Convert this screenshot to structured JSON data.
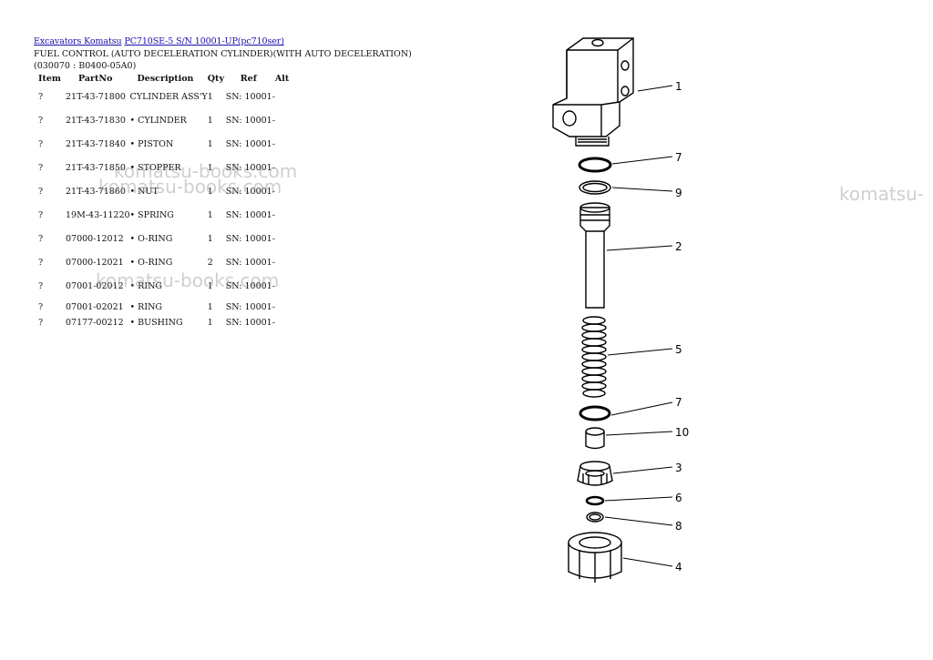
{
  "breadcrumb": {
    "link1": "Excavators Komatsu",
    "link2": "PC710SE-5 S/N 10001-UP(pc710ser)"
  },
  "page_title": "FUEL CONTROL (AUTO DECELERATION CYLINDER)(WITH AUTO DECELERATION)(030070 : B0400-05A0)",
  "table": {
    "headers": [
      "Item",
      "PartNo",
      "Description",
      "Qty",
      "Ref",
      "Alt"
    ],
    "rows": [
      {
        "item": "?",
        "part_no": "21T-43-71800",
        "description": "CYLINDER ASS'Y",
        "qty": "1",
        "ref": "SN: 10001-"
      },
      {
        "item": "?",
        "part_no": "21T-43-71830",
        "description": "• CYLINDER",
        "qty": "1",
        "ref": "SN: 10001-"
      },
      {
        "item": "?",
        "part_no": "21T-43-71840",
        "description": "• PISTON",
        "qty": "1",
        "ref": "SN: 10001-"
      },
      {
        "item": "?",
        "part_no": "21T-43-71850",
        "description": "• STOPPER",
        "qty": "1",
        "ref": "SN: 10001-"
      },
      {
        "item": "?",
        "part_no": "21T-43-71860",
        "description": "• NUT",
        "qty": "1",
        "ref": "SN: 10001-"
      },
      {
        "item": "?",
        "part_no": "19M-43-11220",
        "description": "• SPRING",
        "qty": "1",
        "ref": "SN: 10001-"
      },
      {
        "item": "?",
        "part_no": "07000-12012",
        "description": "• O-RING",
        "qty": "1",
        "ref": "SN: 10001-"
      },
      {
        "item": "?",
        "part_no": "07000-12021",
        "description": "• O-RING",
        "qty": "2",
        "ref": "SN: 10001-"
      },
      {
        "item": "?",
        "part_no": "07001-02012",
        "description": "• RING",
        "qty": "1",
        "ref": "SN: 10001-"
      },
      {
        "item": "?",
        "part_no": "07001-02021",
        "description": "• RING",
        "qty": "1",
        "ref": "SN: 10001-"
      },
      {
        "item": "?",
        "part_no": "07177-00212",
        "description": "• BUSHING",
        "qty": "1",
        "ref": "SN: 10001-"
      }
    ]
  },
  "watermarks": [
    "komatsu-books.com",
    "komatsu-books.com",
    "komatsu-books.com",
    "komatsu-"
  ],
  "diagram": {
    "callouts": [
      "1",
      "7",
      "9",
      "2",
      "5",
      "7",
      "10",
      "3",
      "6",
      "8",
      "4"
    ]
  }
}
